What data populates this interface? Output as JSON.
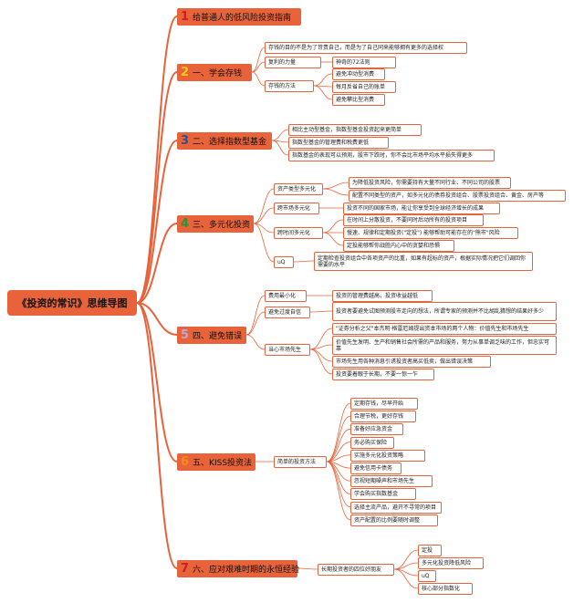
{
  "root": "《投资的常识》思维导图",
  "branches": [
    {
      "num": "1",
      "label": "给普通人的低风险投资指南"
    },
    {
      "num": "2",
      "label": "一、学会存钱"
    },
    {
      "num": "3",
      "label": "二、选择指数型基金"
    },
    {
      "num": "4",
      "label": "三、多元化投资"
    },
    {
      "num": "5",
      "label": "四、避免错误"
    },
    {
      "num": "6",
      "label": "五、KISS投资法"
    },
    {
      "num": "7",
      "label": "六、应对艰难时期的永恒经验"
    }
  ],
  "b2": {
    "c1": "存钱的目的不是为了苛责自己，而是为了自己同来能够拥有更多的选择权",
    "c2": "复利的力量",
    "c2a": "神奇的72法则",
    "c3": "存钱的方法",
    "c3a": "避免冲动型消费",
    "c3b": "每月反省自己的账单",
    "c3c": "避免攀比型消费"
  },
  "b3": {
    "c1": "相比主动型基金，指数型基金投资起来更简单",
    "c2": "指数型基金的管理费和税费更低",
    "c3": "指数基金的表现可以预测，股市下跌时，你不会比市场平均水平损失得更多"
  },
  "b4": {
    "c1": "资产类型多元化",
    "c1a": "为降低投资风险，你需要持有大量不同行业、不同公司的股票",
    "c1b": "配置不同类型的资产，如多元化的债券投资组合、股票投资组合、黄金、房产等",
    "c2": "跨市场多元化",
    "c2a": "投资不同的国家市场，能让你享受到全球经济增长的成果",
    "c3": "跨时间多元化",
    "c3a": "在时间上分散投资，不要同时后动所有的投资项目",
    "c3b": "慢速、规律和定期投资(\"定投\") 能够帮助可能存在的\"熊市\"风险",
    "c3c": "定投能够帮你战胜内心中的贪婪和恐惧",
    "c4": "uQ",
    "c4a": "定期检查投资组合中各项资产的比重，如果有超标的资产，根据实际情况把它们调回你需要的水平"
  },
  "b5": {
    "c1": "费用最小化",
    "c1a": "投资的管理费越高，投资收益越低",
    "c2": "避免过度自信",
    "c2a": "投资者要避免试图预测股市走向的想法，所谓专家的预测并不比胡乱猜想的结果好多少",
    "c3": "当心市场先生",
    "c3a": "\"证券分析之父\"本杰明·格雷厄姆提出资本市场的两个人物：价值先生和市场先生",
    "c3b": "价值先生发明、生产和销售社会所需的产品和服务，努力从事单调乏味的工作，但忠实可靠",
    "c3c": "市场先生用各种消息引诱投资者高买低卖，做出错误决策",
    "c3d": "投资要着眼于长期，不要一惊一乍"
  },
  "b6": {
    "c1": "简单的投资方法",
    "items": [
      "定期存钱，尽早开始",
      "合理节税，更好存钱",
      "准备好应急资金",
      "务必购买保险",
      "实施多元化投资策略",
      "避免信用卡债务",
      "忽视短期噪声和市场先生",
      "学会购买指数基金",
      "选择主流产品，避开不寻常的项目",
      "资产配置的比例要随时调整"
    ]
  },
  "b7": {
    "c1": "长期投资者的四位好朋友",
    "items": [
      "定投",
      "多元化投资降低风险",
      "uQ",
      "核心部分指数化"
    ]
  }
}
